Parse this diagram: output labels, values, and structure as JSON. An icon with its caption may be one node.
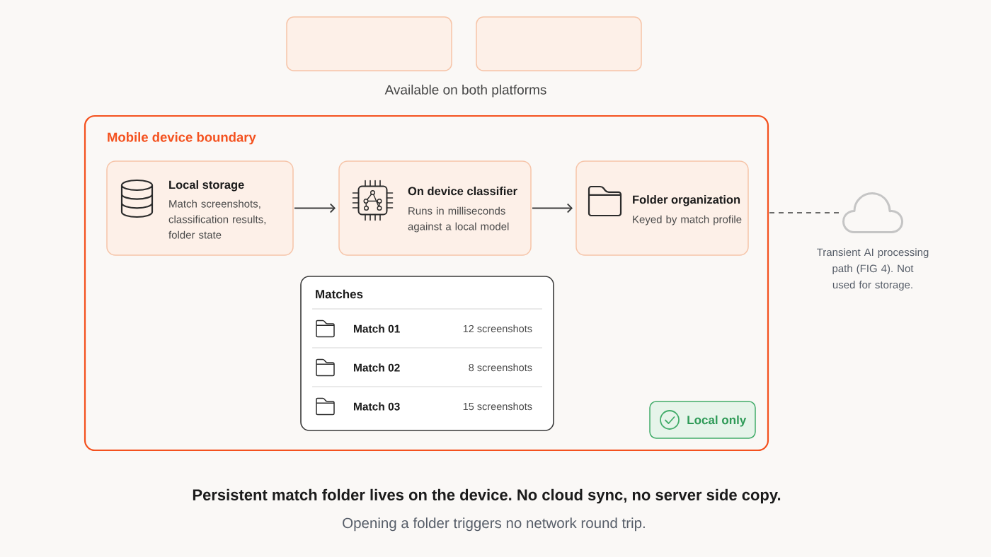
{
  "diagram": {
    "caption": "Persistent match folder lives on the device. No cloud sync, no server side copy.",
    "nodes": [
      {
        "text": [],
        "shape": "box"
      },
      {
        "text": [],
        "shape": "box"
      },
      {
        "text": [
          "Mobile device boundary"
        ]
      },
      {
        "text": [
          "Local storage",
          "Match screenshots, classification results, folder state"
        ],
        "in": 2
      },
      {
        "text": [
          "On device classifier",
          "Runs in milliseconds against a local model"
        ],
        "in": 2
      },
      {
        "text": [
          "Folder organization",
          "Keyed by match profile"
        ],
        "in": 2
      },
      {
        "text": [
          "Matches",
          "Match 01",
          "12 screenshots",
          "Match 02",
          "8 screenshots",
          "Match 03",
          "15 screenshots"
        ],
        "in": 2
      },
      {
        "text": [
          "Local only"
        ],
        "in": 2
      },
      {
        "text": [],
        "shape": "cloud",
        "beside": [
          "Transient AI processing path (FIG 4). Not used for storage."
        ]
      }
    ],
    "edges": [
      {
        "from": 3,
        "to": 4,
        "arrow": "to"
      },
      {
        "from": 4,
        "to": 5,
        "arrow": "to"
      },
      {
        "from": 2,
        "to": 8,
        "arrow": "none",
        "style": "dashed"
      }
    ],
    "labels": [
      "Available on both platforms",
      "Opening a folder triggers no network round trip."
    ]
  }
}
